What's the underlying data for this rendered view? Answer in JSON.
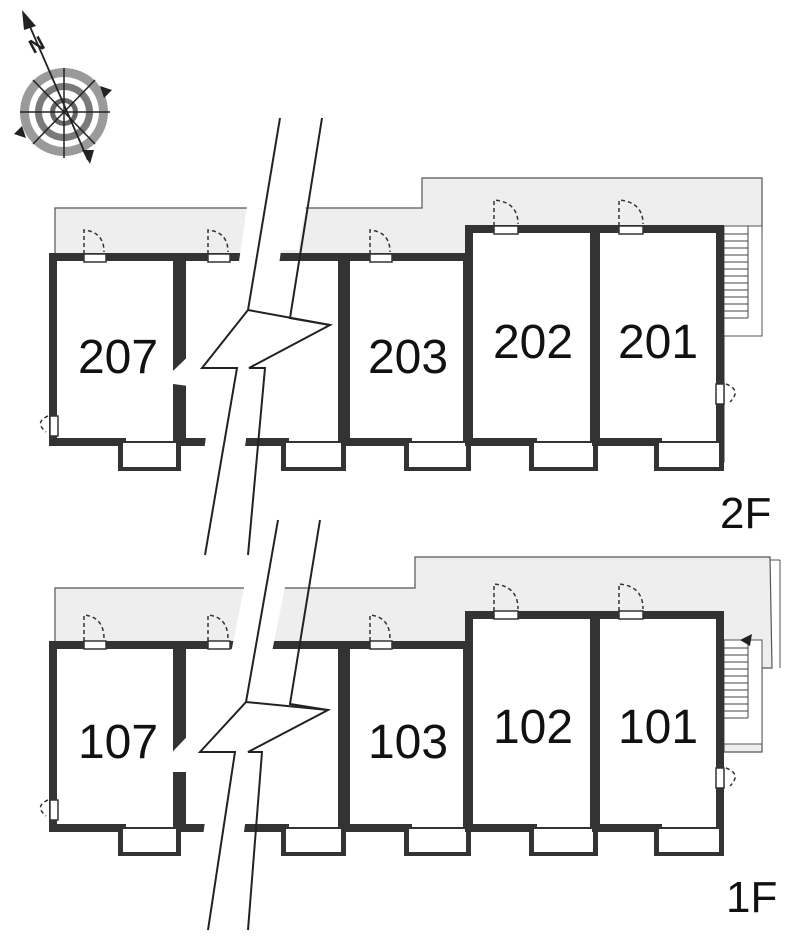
{
  "compass": {
    "north_label": "N",
    "icon": "compass-rose-icon"
  },
  "floors": [
    {
      "name": "2F",
      "units": [
        "207",
        "",
        "203",
        "202",
        "201"
      ]
    },
    {
      "name": "1F",
      "units": [
        "107",
        "",
        "103",
        "102",
        "101"
      ]
    }
  ],
  "colors": {
    "wall": "#333333",
    "corridor": "#eeeeee",
    "outline": "#555555",
    "background": "#ffffff"
  }
}
